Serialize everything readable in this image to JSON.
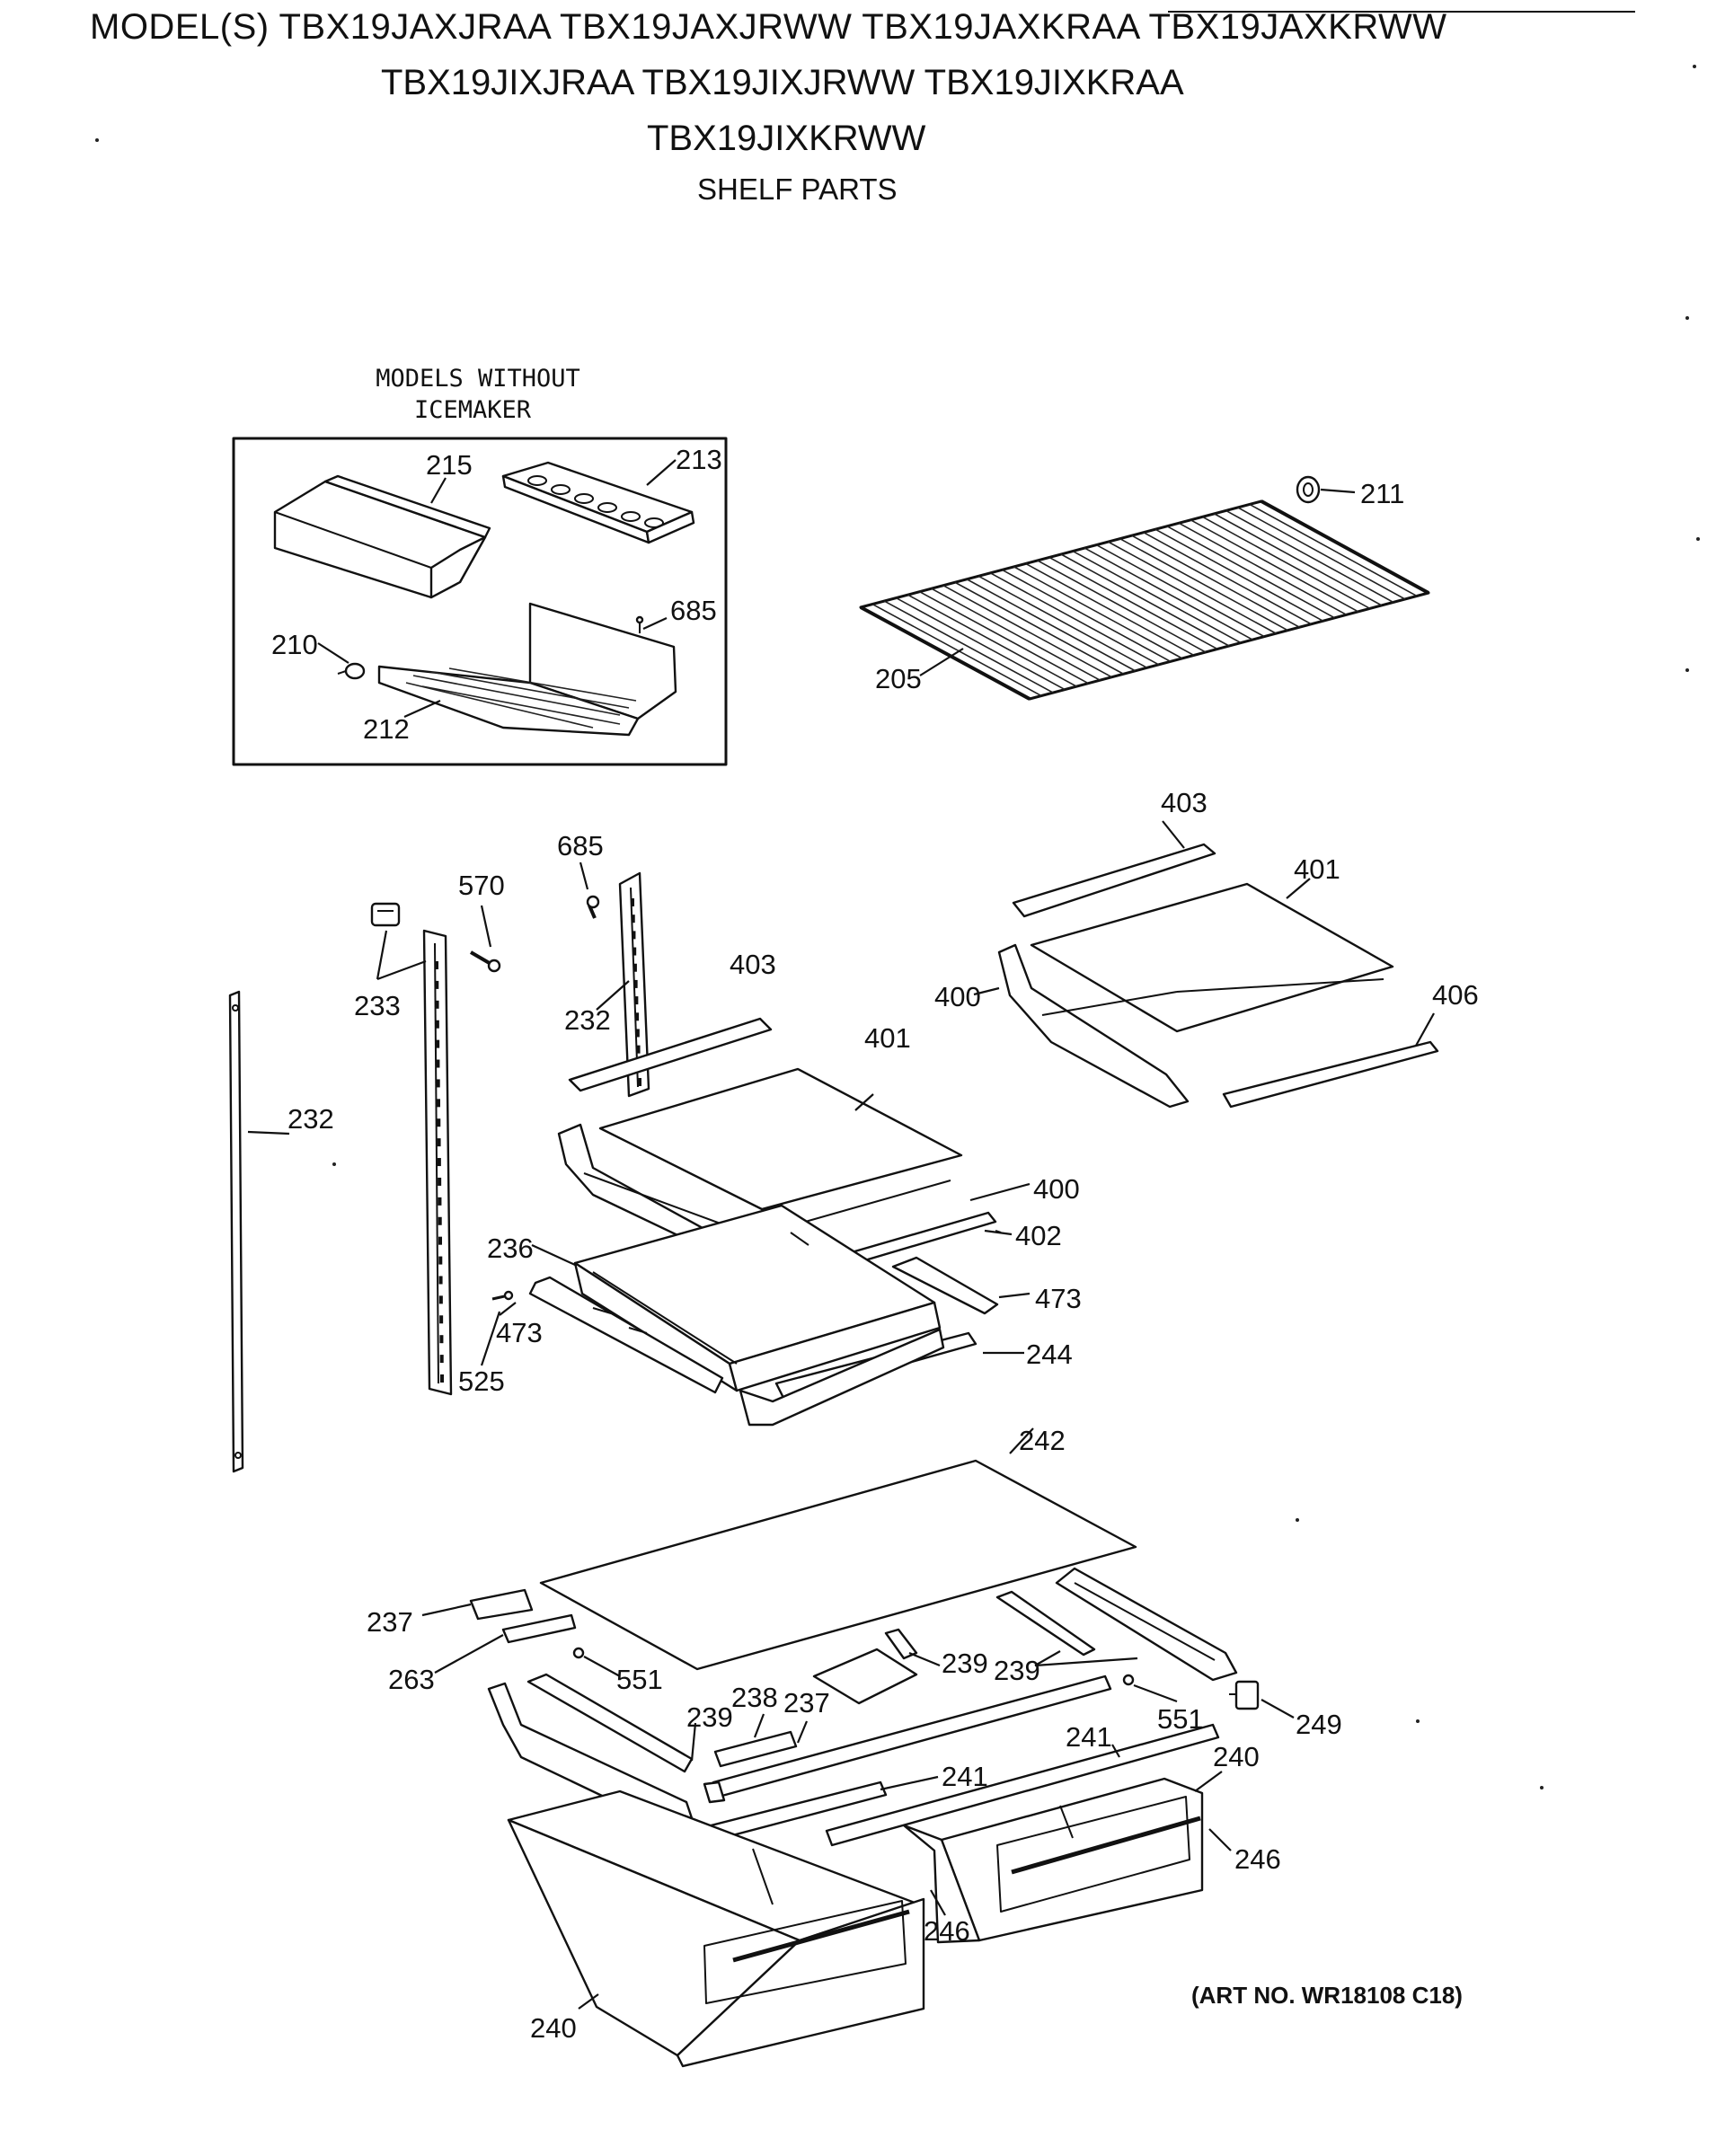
{
  "header": {
    "line1": "MODEL(S) TBX19JAXJRAA TBX19JAXJRWW TBX19JAXKRAA TBX19JAXKRWW",
    "line2": "TBX19JIXJRAA TBX19JIXJRWW TBX19JIXKRAA",
    "line3": "TBX19JIXKRWW",
    "subtitle": "SHELF PARTS"
  },
  "inset": {
    "title_line1": "MODELS WITHOUT",
    "title_line2": "ICEMAKER"
  },
  "callouts": {
    "c215": "215",
    "c213": "213",
    "c685a": "685",
    "c210": "210",
    "c212": "212",
    "c211": "211",
    "c205": "205",
    "c403a": "403",
    "c401a": "401",
    "c400a": "400",
    "c406": "406",
    "c685b": "685",
    "c570": "570",
    "c233": "233",
    "c232a": "232",
    "c232b": "232",
    "c403b": "403",
    "c401b": "401",
    "c400b": "400",
    "c402": "402",
    "c236": "236",
    "c473a": "473",
    "c473b": "473",
    "c525": "525",
    "c244": "244",
    "c242": "242",
    "c237a": "237",
    "c263": "263",
    "c551a": "551",
    "c239a": "239",
    "c239b": "239",
    "c239c": "239",
    "c238": "238",
    "c237b": "237",
    "c551b": "551",
    "c249": "249",
    "c241a": "241",
    "c241b": "241",
    "c240a": "240",
    "c240b": "240",
    "c246a": "246",
    "c246b": "246"
  },
  "art_number": "(ART NO. WR18108 C18)"
}
